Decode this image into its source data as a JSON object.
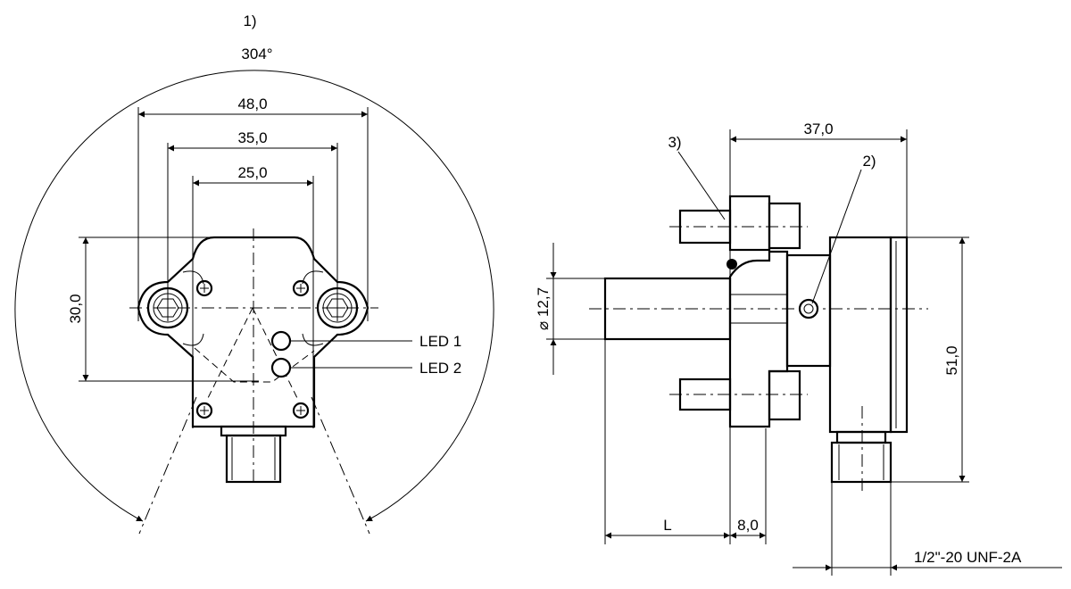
{
  "front_view": {
    "note_1_marker": "1)",
    "rotation_angle": "304°",
    "dim_width_48": "48,0",
    "dim_width_35": "35,0",
    "dim_width_25": "25,0",
    "dim_height_30": "30,0",
    "led_1_label": "LED 1",
    "led_2_label": "LED 2"
  },
  "side_view": {
    "note_3_marker": "3)",
    "note_2_marker": "2)",
    "dim_depth_37": "37,0",
    "dim_shaft_diameter": "⌀ 12,7",
    "dim_height_51": "51,0",
    "dim_length_L": "L",
    "dim_flange_8": "8,0",
    "connector_thread": "1/2\"-20 UNF-2A"
  },
  "colors": {
    "line": "#000000",
    "background": "#ffffff",
    "hatch": "#000000"
  }
}
